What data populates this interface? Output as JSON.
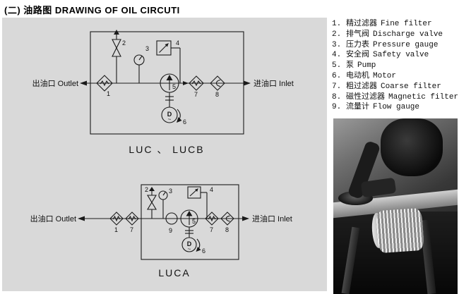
{
  "page": {
    "title": "(二) 油路图 DRAWING  OF OIL CIRCUTI"
  },
  "colors": {
    "panel_bg": "#d9d9d9",
    "line": "#1a1a1a",
    "text": "#111111"
  },
  "diagram_top": {
    "label": "LUC 、 LUCB",
    "outlet_label": "出油口 Outlet",
    "inlet_label": "进油口 Inlet",
    "motor_letter": "D",
    "motor_tilde": "~",
    "n1": "1",
    "n2": "2",
    "n3": "3",
    "n4": "4",
    "n5": "5",
    "n6": "6",
    "n7": "7",
    "n8": "8"
  },
  "diagram_bottom": {
    "label": "LUCA",
    "outlet_label": "出油口 Outlet",
    "inlet_label": "进油口 Inlet",
    "motor_letter": "D",
    "motor_tilde": "~",
    "n1": "1",
    "n2": "2",
    "n3": "3",
    "n4": "4",
    "n5": "5",
    "n6": "6",
    "n7a": "7",
    "n7b": "7",
    "n8": "8",
    "n9": "9"
  },
  "legend": {
    "items": [
      {
        "num": "1.",
        "zh": "精过滤器",
        "en": "Fine filter"
      },
      {
        "num": "2.",
        "zh": "排气阀",
        "en": "Discharge valve"
      },
      {
        "num": "3.",
        "zh": "压力表",
        "en": "Pressure gauge"
      },
      {
        "num": "4.",
        "zh": "安全阀",
        "en": "Safety valve"
      },
      {
        "num": "5.",
        "zh": "泵",
        "en": "Pump"
      },
      {
        "num": "6.",
        "zh": "电动机",
        "en": "Motor"
      },
      {
        "num": "7.",
        "zh": "粗过滤器",
        "en": "Coarse filter"
      },
      {
        "num": "8.",
        "zh": "磁性过滤器",
        "en": "Magnetic filter"
      },
      {
        "num": "9.",
        "zh": "流量计",
        "en": "Flow gauge"
      }
    ]
  }
}
